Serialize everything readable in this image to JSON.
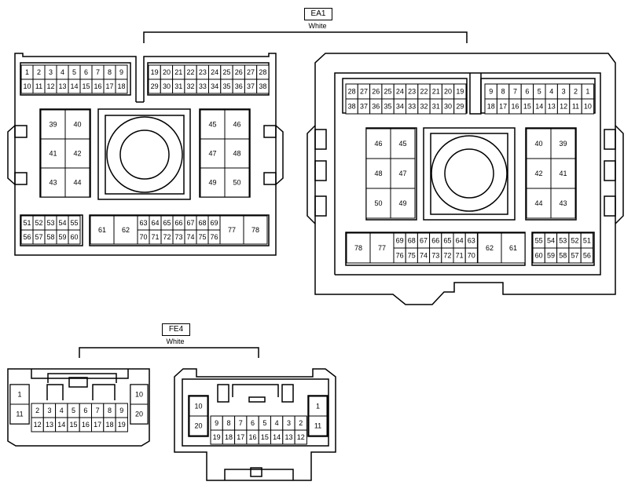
{
  "ea1": {
    "name": "EA1",
    "color": "White",
    "left_view": {
      "top_rows": [
        [
          "1",
          "2",
          "3",
          "4",
          "5",
          "6",
          "7",
          "8",
          "9"
        ],
        [
          "10",
          "11",
          "12",
          "13",
          "14",
          "15",
          "16",
          "17",
          "18"
        ]
      ],
      "top_rows_right": [
        [
          "19",
          "20",
          "21",
          "22",
          "23",
          "24",
          "25",
          "26",
          "27",
          "28"
        ],
        [
          "29",
          "30",
          "31",
          "32",
          "33",
          "34",
          "35",
          "36",
          "37",
          "38"
        ]
      ],
      "left_block": [
        [
          "39",
          "40"
        ],
        [
          "41",
          "42"
        ],
        [
          "43",
          "44"
        ]
      ],
      "right_block": [
        [
          "45",
          "46"
        ],
        [
          "47",
          "48"
        ],
        [
          "49",
          "50"
        ]
      ],
      "bottom_left": [
        [
          "51",
          "52",
          "53",
          "54",
          "55"
        ],
        [
          "56",
          "57",
          "58",
          "59",
          "60"
        ]
      ],
      "bottom_big_left": [
        "61",
        "62"
      ],
      "bottom_mid": [
        [
          "63",
          "64",
          "65",
          "66",
          "67",
          "68",
          "69"
        ],
        [
          "70",
          "71",
          "72",
          "73",
          "74",
          "75",
          "76"
        ]
      ],
      "bottom_big_right": [
        "77",
        "78"
      ]
    },
    "right_view": {
      "top_rows_left": [
        [
          "28",
          "27",
          "26",
          "25",
          "24",
          "23",
          "22",
          "21",
          "20",
          "19"
        ],
        [
          "38",
          "37",
          "36",
          "35",
          "34",
          "33",
          "32",
          "31",
          "30",
          "29"
        ]
      ],
      "top_rows_right": [
        [
          "9",
          "8",
          "7",
          "6",
          "5",
          "4",
          "3",
          "2",
          "1"
        ],
        [
          "18",
          "17",
          "16",
          "15",
          "14",
          "13",
          "12",
          "11",
          "10"
        ]
      ],
      "left_block": [
        [
          "46",
          "45"
        ],
        [
          "48",
          "47"
        ],
        [
          "50",
          "49"
        ]
      ],
      "right_block": [
        [
          "40",
          "39"
        ],
        [
          "42",
          "41"
        ],
        [
          "44",
          "43"
        ]
      ],
      "bottom_big_left": [
        "78",
        "77"
      ],
      "bottom_mid": [
        [
          "69",
          "68",
          "67",
          "66",
          "65",
          "64",
          "63"
        ],
        [
          "76",
          "75",
          "74",
          "73",
          "72",
          "71",
          "70"
        ]
      ],
      "bottom_big_right": [
        "62",
        "61"
      ],
      "bottom_right": [
        [
          "55",
          "54",
          "53",
          "52",
          "51"
        ],
        [
          "60",
          "59",
          "58",
          "57",
          "56"
        ]
      ]
    }
  },
  "fe4": {
    "name": "FE4",
    "color": "White",
    "left_view": {
      "left_col": [
        "1",
        "11"
      ],
      "rows": [
        [
          "2",
          "3",
          "4",
          "5",
          "6",
          "7",
          "8",
          "9"
        ],
        [
          "12",
          "13",
          "14",
          "15",
          "16",
          "17",
          "18",
          "19"
        ]
      ],
      "right_col": [
        "10",
        "20"
      ]
    },
    "right_view": {
      "left_col": [
        "10",
        "20"
      ],
      "rows": [
        [
          "9",
          "8",
          "7",
          "6",
          "5",
          "4",
          "3",
          "2"
        ],
        [
          "19",
          "18",
          "17",
          "16",
          "15",
          "14",
          "13",
          "12"
        ]
      ],
      "right_col": [
        "1",
        "11"
      ]
    }
  }
}
